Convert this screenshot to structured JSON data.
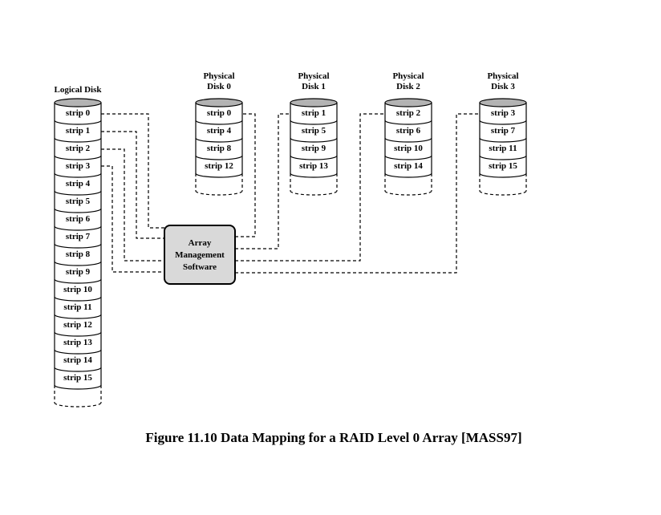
{
  "logical_disk": {
    "title": "Logical Disk",
    "strips": [
      "strip 0",
      "strip 1",
      "strip 2",
      "strip 3",
      "strip 4",
      "strip 5",
      "strip 6",
      "strip 7",
      "strip 8",
      "strip 9",
      "strip 10",
      "strip 11",
      "strip 12",
      "strip 13",
      "strip 14",
      "strip 15"
    ]
  },
  "physical_disks": [
    {
      "title_line1": "Physical",
      "title_line2": "Disk 0",
      "strips": [
        "strip 0",
        "strip 4",
        "strip 8",
        "strip 12"
      ]
    },
    {
      "title_line1": "Physical",
      "title_line2": "Disk 1",
      "strips": [
        "strip 1",
        "strip 5",
        "strip 9",
        "strip 13"
      ]
    },
    {
      "title_line1": "Physical",
      "title_line2": "Disk 2",
      "strips": [
        "strip 2",
        "strip 6",
        "strip 10",
        "strip 14"
      ]
    },
    {
      "title_line1": "Physical",
      "title_line2": "Disk 3",
      "strips": [
        "strip 3",
        "strip 7",
        "strip 11",
        "strip 15"
      ]
    }
  ],
  "software_box": {
    "line1": "Array",
    "line2": "Management",
    "line3": "Software"
  },
  "caption": "Figure 11.10  Data Mapping for a RAID Level 0 Array [MASS97]",
  "colors": {
    "disk_top": "#b3b3b3",
    "box_fill": "#d9d9d9",
    "stroke": "#000000",
    "background": "#ffffff"
  }
}
